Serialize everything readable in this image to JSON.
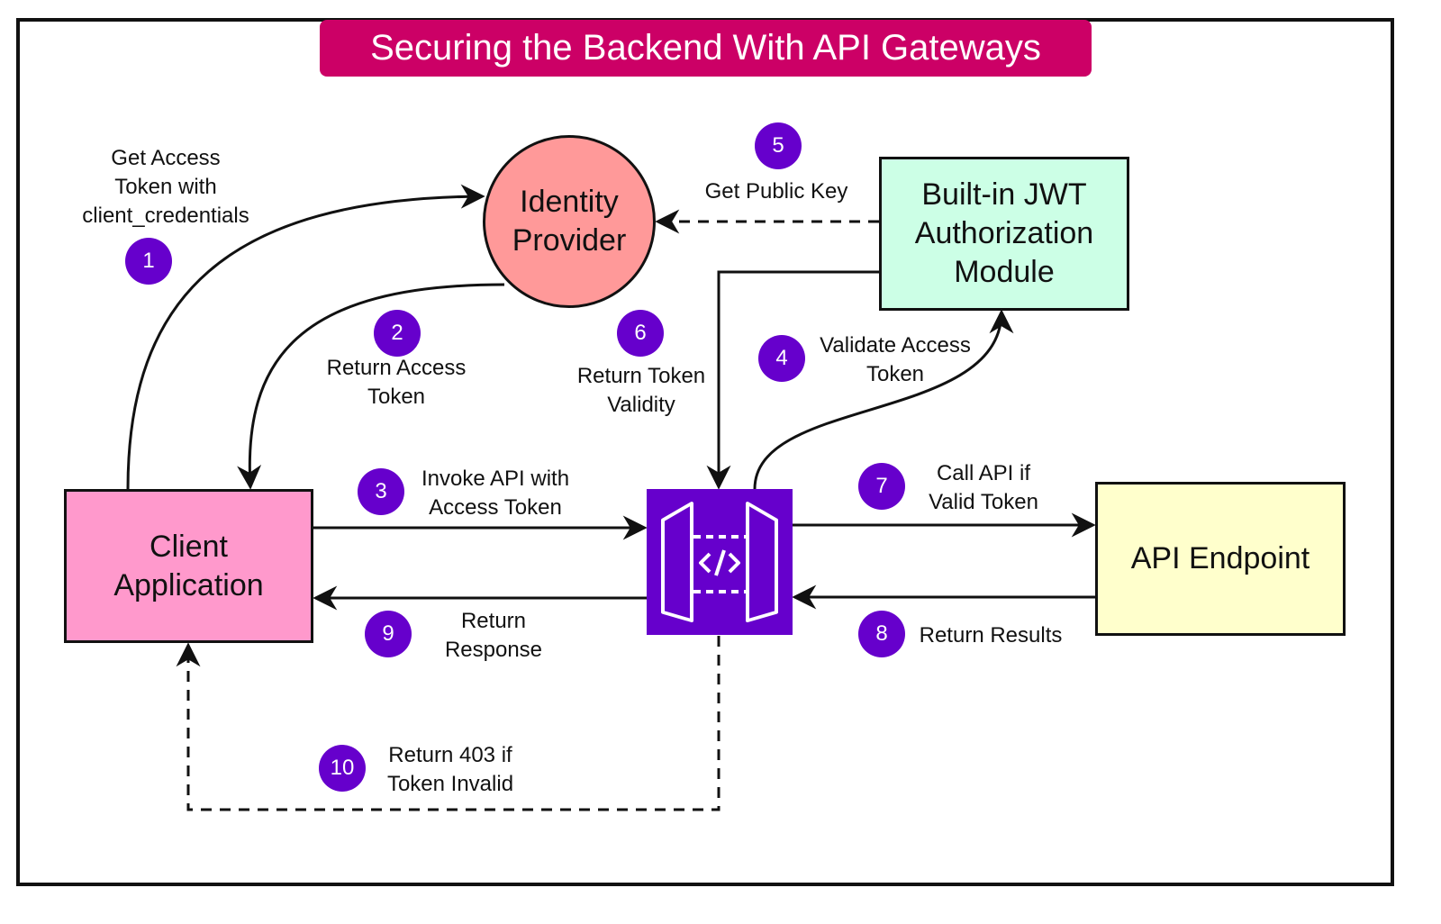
{
  "title": "Securing the Backend With API Gateways",
  "colors": {
    "title_bg": "#cc0066",
    "badge": "#6600cc",
    "gateway": "#6600cc",
    "client": "#ff99cc",
    "identity_provider": "#ff9999",
    "jwt_module": "#ccffe6",
    "api_endpoint": "#ffffcc"
  },
  "nodes": {
    "client": "Client\nApplication",
    "identity_provider": "Identity\nProvider",
    "jwt_module": "Built-in JWT\nAuthorization\nModule",
    "api_endpoint": "API Endpoint",
    "gateway_icon": "api-gateway-icon"
  },
  "steps": [
    {
      "num": "1",
      "label": "Get Access\nToken with\nclient_credentials",
      "style": "solid"
    },
    {
      "num": "2",
      "label": "Return Access\nToken",
      "style": "solid"
    },
    {
      "num": "3",
      "label": "Invoke API with\nAccess Token",
      "style": "solid"
    },
    {
      "num": "4",
      "label": "Validate Access\nToken",
      "style": "solid"
    },
    {
      "num": "5",
      "label": "Get Public Key",
      "style": "dashed"
    },
    {
      "num": "6",
      "label": "Return Token\nValidity",
      "style": "solid"
    },
    {
      "num": "7",
      "label": "Call API if\nValid Token",
      "style": "solid"
    },
    {
      "num": "8",
      "label": "Return Results",
      "style": "solid"
    },
    {
      "num": "9",
      "label": "Return\nResponse",
      "style": "solid"
    },
    {
      "num": "10",
      "label": "Return 403 if\nToken Invalid",
      "style": "dashed"
    }
  ]
}
